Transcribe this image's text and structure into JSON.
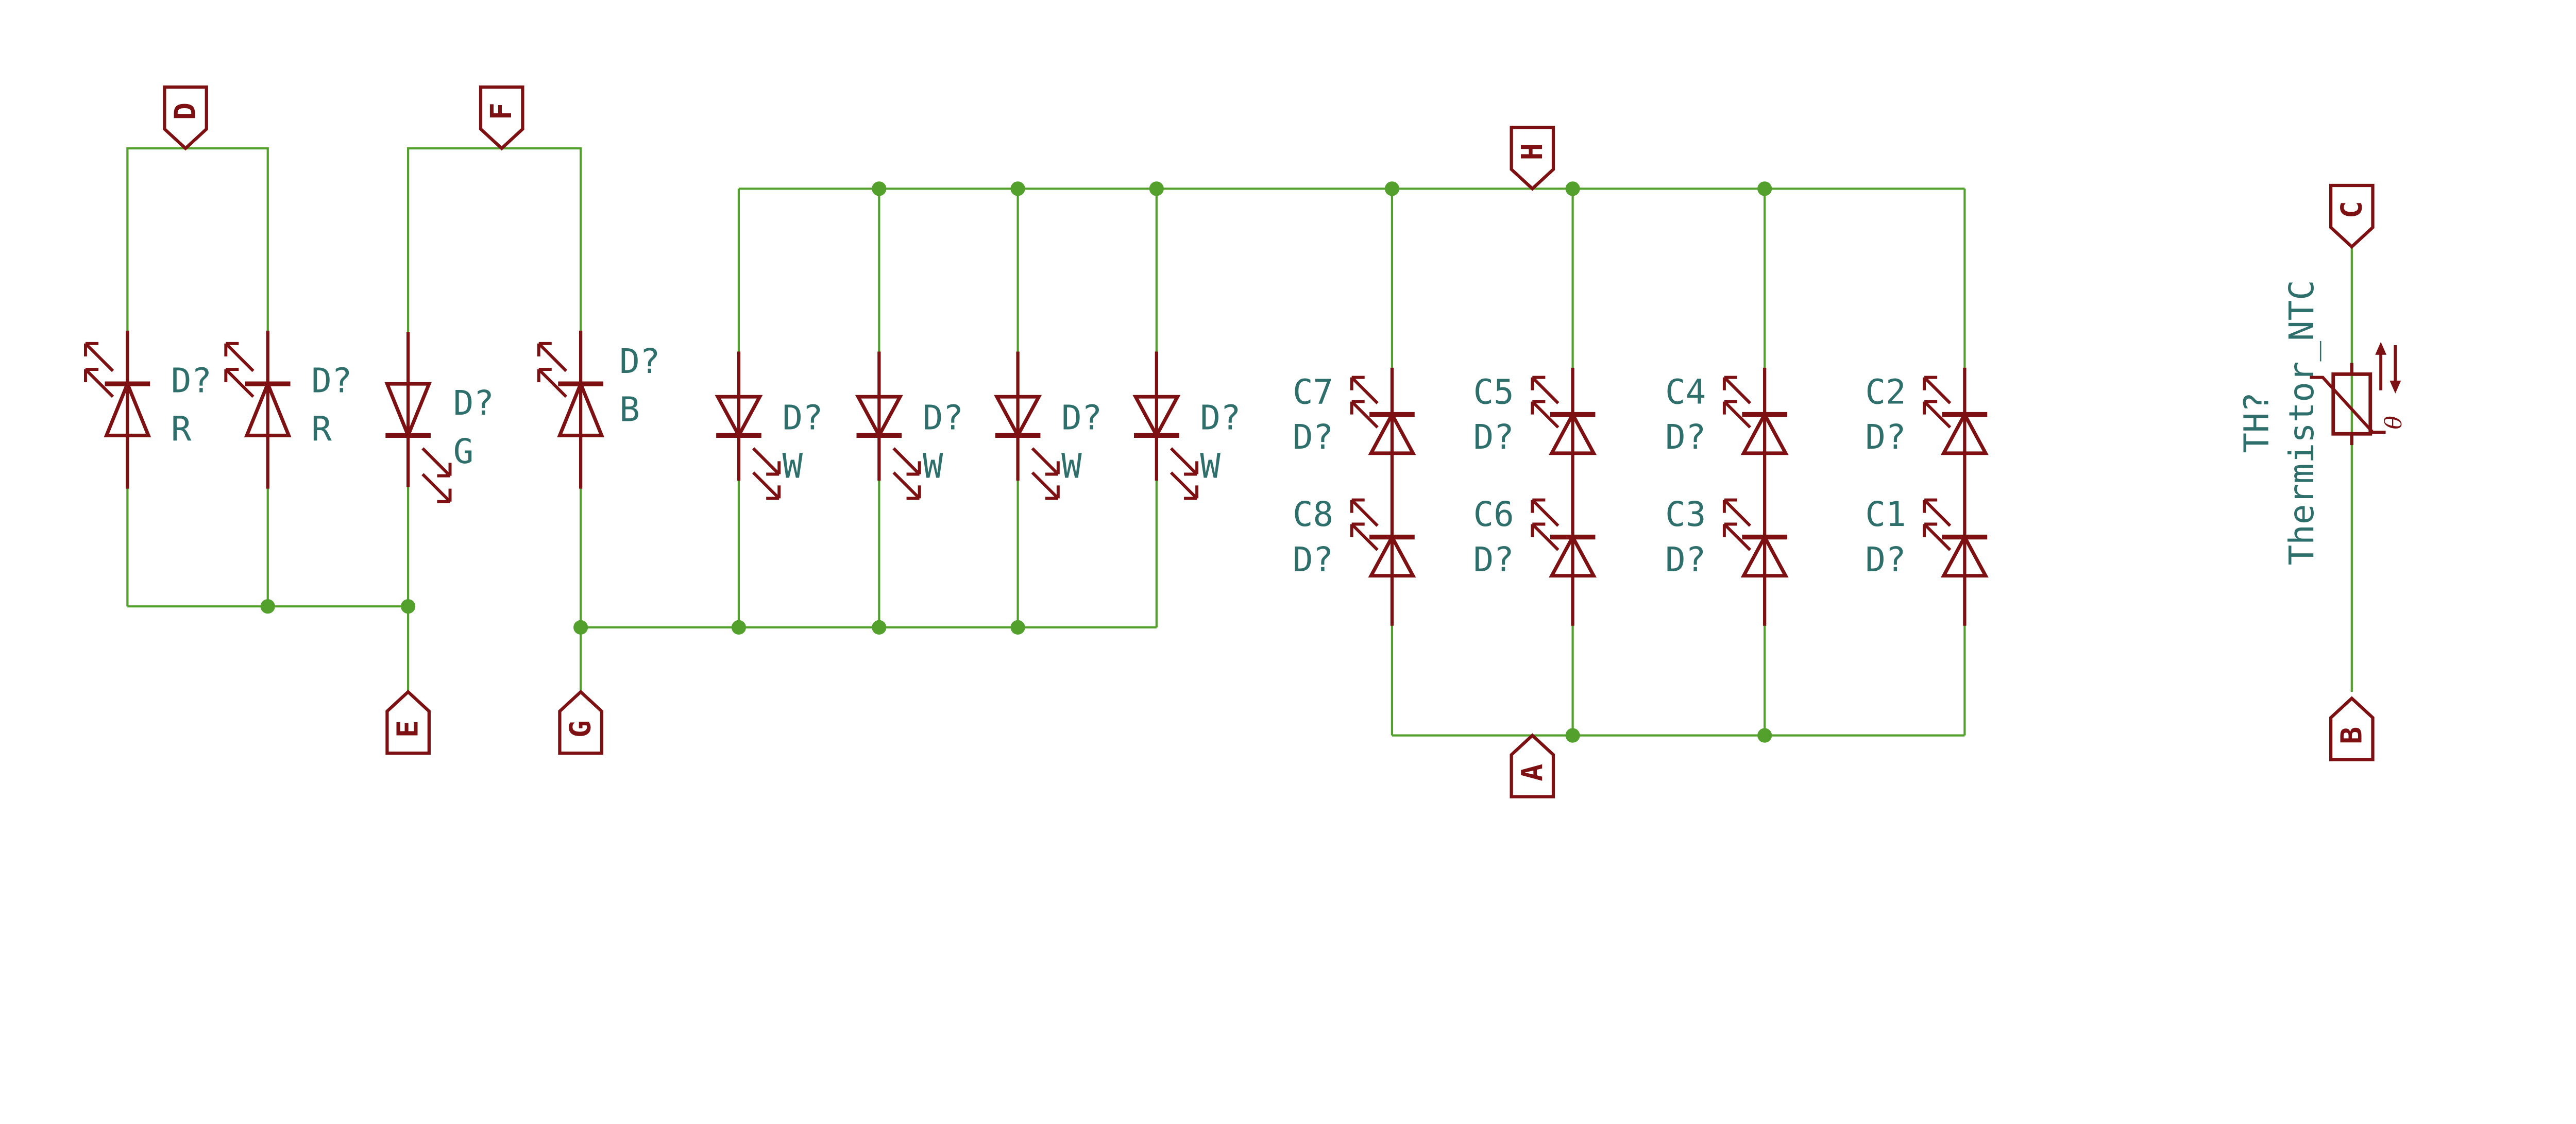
{
  "diagram": {
    "type": "schematic",
    "description": "LED array schematic with hierarchical pin flags and NTC thermistor"
  },
  "colors": {
    "wire": "#53a02d",
    "symbol": "#7d1012",
    "label": "#2f6f6b",
    "background": "#ffffff"
  },
  "flags": {
    "d": "D",
    "f": "F",
    "h": "H",
    "c": "C",
    "e": "E",
    "g": "G",
    "a": "A",
    "b": "B"
  },
  "left_leds": {
    "red1": {
      "ref": "D?",
      "value": "R"
    },
    "red2": {
      "ref": "D?",
      "value": "R"
    },
    "green": {
      "ref": "D?",
      "value": "G"
    },
    "blue": {
      "ref": "D?",
      "value": "B"
    }
  },
  "white_leds": [
    {
      "ref": "D?",
      "value": "W"
    },
    {
      "ref": "D?",
      "value": "W"
    },
    {
      "ref": "D?",
      "value": "W"
    },
    {
      "ref": "D?",
      "value": "W"
    }
  ],
  "c_columns": [
    {
      "top": {
        "value": "C7",
        "ref": "D?"
      },
      "bottom": {
        "value": "C8",
        "ref": "D?"
      }
    },
    {
      "top": {
        "value": "C5",
        "ref": "D?"
      },
      "bottom": {
        "value": "C6",
        "ref": "D?"
      }
    },
    {
      "top": {
        "value": "C4",
        "ref": "D?"
      },
      "bottom": {
        "value": "C3",
        "ref": "D?"
      }
    },
    {
      "top": {
        "value": "C2",
        "ref": "D?"
      },
      "bottom": {
        "value": "C1",
        "ref": "D?"
      }
    }
  ],
  "thermistor": {
    "ref": "TH?",
    "value": "Thermistor_NTC",
    "theta_symbol": "θ"
  }
}
